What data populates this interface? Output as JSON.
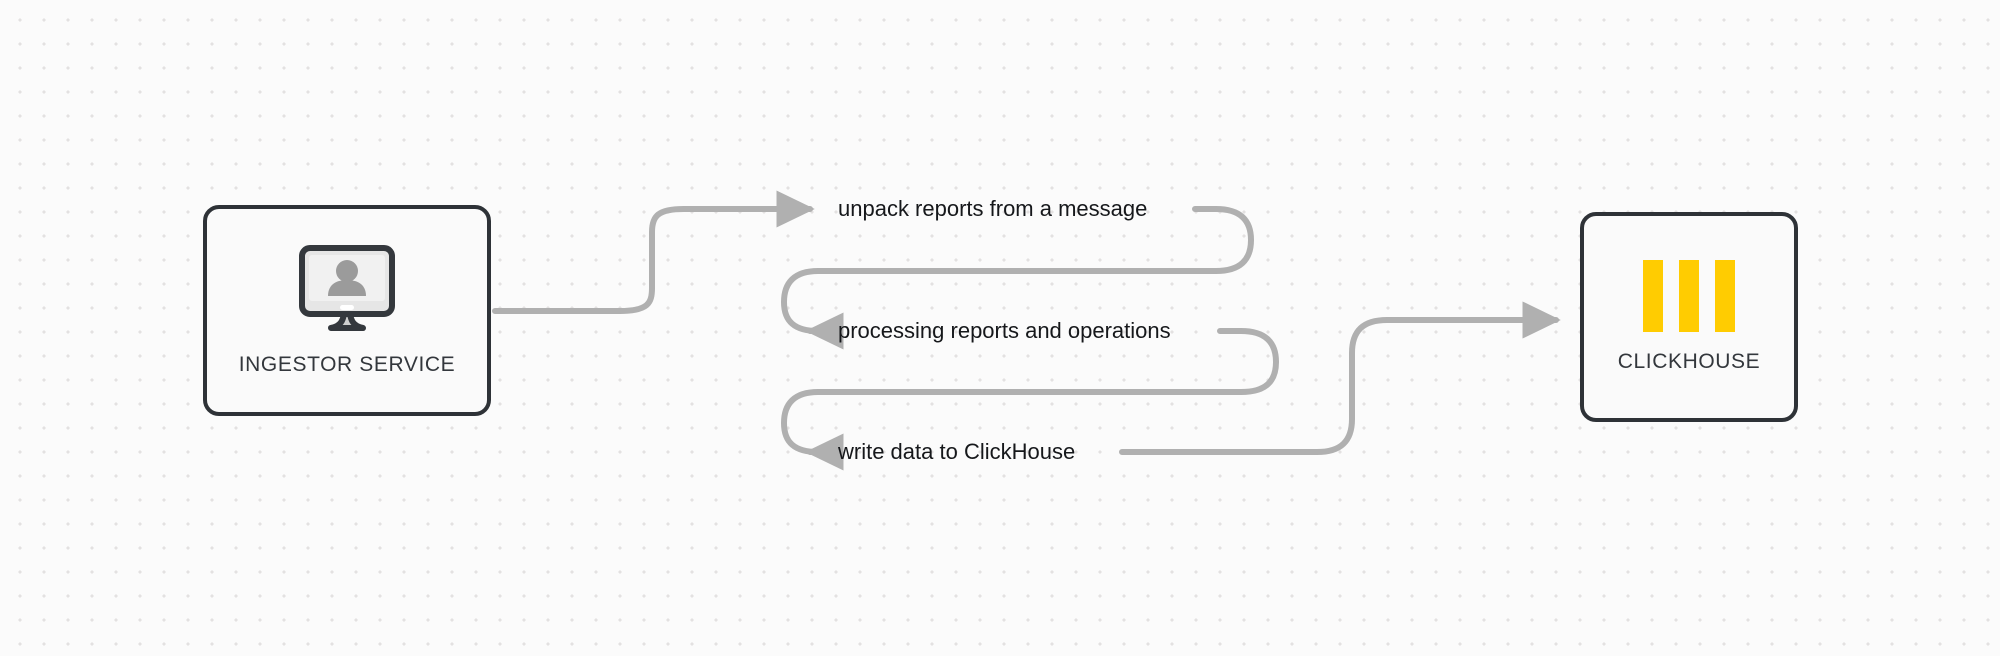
{
  "diagram": {
    "title": "Ingestor service to ClickHouse data flow",
    "background": "#fbfbfb",
    "dot_color": "#e3e1e1",
    "edge_color": "#b0b0b0",
    "node_border_color": "#2e3237",
    "node_fill_color": "#fafafa",
    "accent_color": "#ffcc01"
  },
  "nodes": [
    {
      "id": "ingestor",
      "label": "INGESTOR SERVICE",
      "icon": "monitor-user-icon"
    },
    {
      "id": "clickhouse",
      "label": "CLICKHOUSE",
      "icon": "clickhouse-bars-icon",
      "bars": 3
    }
  ],
  "edges": [
    {
      "id": "edge-0",
      "label": "unpack reports from a message",
      "from": "ingestor",
      "to": "step-1"
    },
    {
      "id": "edge-1",
      "label": "processing reports and operations",
      "from": "step-1",
      "to": "step-2"
    },
    {
      "id": "edge-2",
      "label": "write data to ClickHouse",
      "from": "step-2",
      "to": "clickhouse"
    }
  ]
}
